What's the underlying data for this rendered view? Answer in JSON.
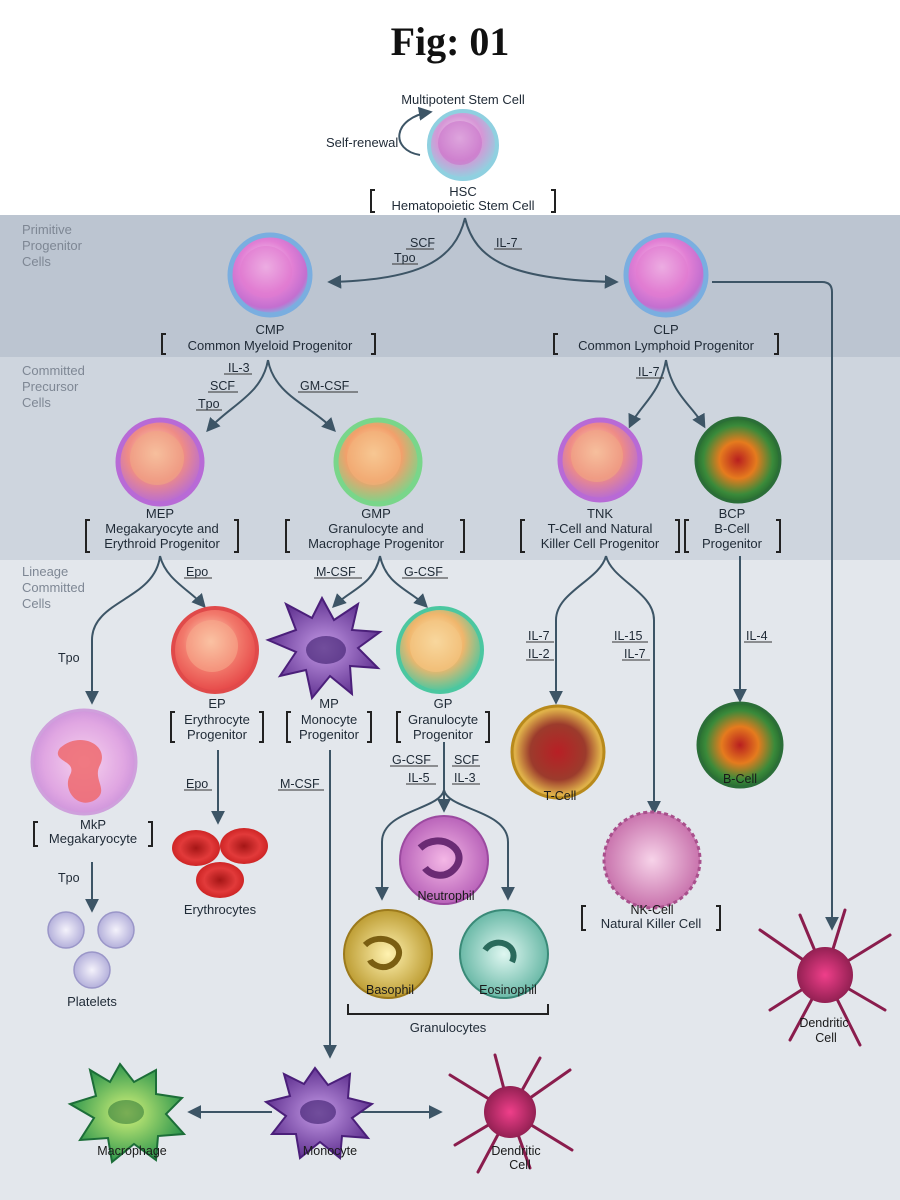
{
  "title": "Fig: 01",
  "bands": {
    "primitive": [
      "Primitive",
      "Progenitor",
      "Cells"
    ],
    "committed": [
      "Committed",
      "Precursor",
      "Cells"
    ],
    "lineage": [
      "Lineage",
      "Committed",
      "Cells"
    ]
  },
  "labels": {
    "multipotent": "Multipotent Stem Cell",
    "self_renewal": "Self-renewal",
    "hsc_abbr": "HSC",
    "hsc_full": "Hematopoietic Stem Cell",
    "cmp_abbr": "CMP",
    "cmp_full": "Common Myeloid Progenitor",
    "clp_abbr": "CLP",
    "clp_full": "Common Lymphoid Progenitor",
    "mep_abbr": "MEP",
    "mep_full1": "Megakaryocyte and",
    "mep_full2": "Erythroid Progenitor",
    "gmp_abbr": "GMP",
    "gmp_full1": "Granulocyte and",
    "gmp_full2": "Macrophage Progenitor",
    "tnk_abbr": "TNK",
    "tnk_full1": "T-Cell and Natural",
    "tnk_full2": "Killer Cell Progenitor",
    "bcp_abbr": "BCP",
    "bcp_full1": "B-Cell",
    "bcp_full2": "Progenitor",
    "ep_abbr": "EP",
    "ep_full1": "Erythrocyte",
    "ep_full2": "Progenitor",
    "mp_abbr": "MP",
    "mp_full1": "Monocyte",
    "mp_full2": "Progenitor",
    "gp_abbr": "GP",
    "gp_full1": "Granulocyte",
    "gp_full2": "Progenitor",
    "mkp_abbr": "MkP",
    "mkp_full": "Megakaryocyte",
    "erythrocytes": "Erythrocytes",
    "platelets": "Platelets",
    "t_cell": "T-Cell",
    "b_cell": "B-Cell",
    "nk_abbr": "NK-Cell",
    "nk_full": "Natural Killer Cell",
    "neutrophil": "Neutrophil",
    "basophil": "Basophil",
    "eosinophil": "Eosinophil",
    "granulocytes": "Granulocytes",
    "dendritic_right1": "Dendritic",
    "dendritic_right2": "Cell",
    "dendritic_bottom1": "Dendritic",
    "dendritic_bottom2": "Cell",
    "macrophage": "Macrophage",
    "monocyte": "Monocyte"
  },
  "factors": {
    "hsc_scf": "SCF",
    "hsc_tpo": "Tpo",
    "hsc_il7": "IL-7",
    "cmp_il3": "IL-3",
    "cmp_scf": "SCF",
    "cmp_tpo": "Tpo",
    "cmp_gmcsf": "GM-CSF",
    "clp_il7": "IL-7",
    "mep_epo": "Epo",
    "mep_tpo": "Tpo",
    "gmp_mcsf": "M-CSF",
    "gmp_gcsf": "G-CSF",
    "ep_epo": "Epo",
    "mp_mcsf": "M-CSF",
    "mkp_tpo": "Tpo",
    "gp_gcsf": "G-CSF",
    "gp_il5": "IL-5",
    "gp_scf": "SCF",
    "gp_il3": "IL-3",
    "tnk_il7": "IL-7",
    "tnk_il2": "IL-2",
    "tnk_il15": "IL-15",
    "tnk_il7b": "IL-7",
    "bcp_il4": "IL-4"
  },
  "colors": {
    "band_primitive": "#bcc5d1",
    "band_committed": "#ced5de",
    "band_lineage": "#e3e7ec",
    "arrow": "#3d5566"
  }
}
